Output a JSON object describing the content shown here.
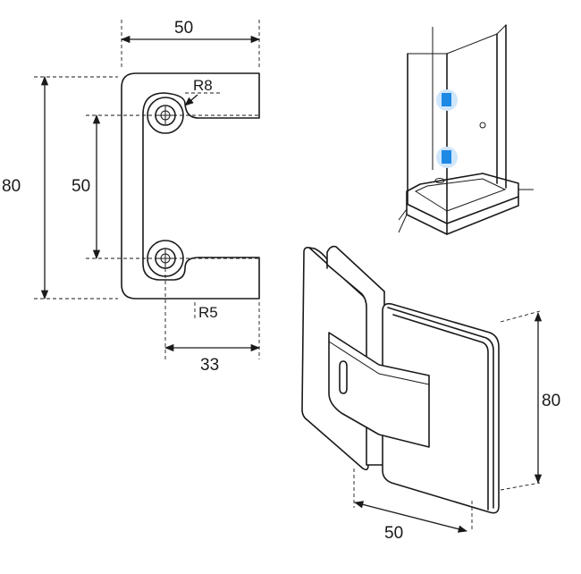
{
  "drawing": {
    "plan_view": {
      "width_label": "50",
      "height_label": "80",
      "hole_spacing_label": "50",
      "radius_top_label": "R8",
      "radius_bottom_label": "R5",
      "leaf_width_label": "33"
    },
    "iso_view": {
      "height_label": "80",
      "width_label": "50"
    },
    "colors": {
      "line": "#1a1a1a",
      "hinge_marker": "#1e88e5",
      "hinge_glow": "#cfe6fb"
    }
  }
}
